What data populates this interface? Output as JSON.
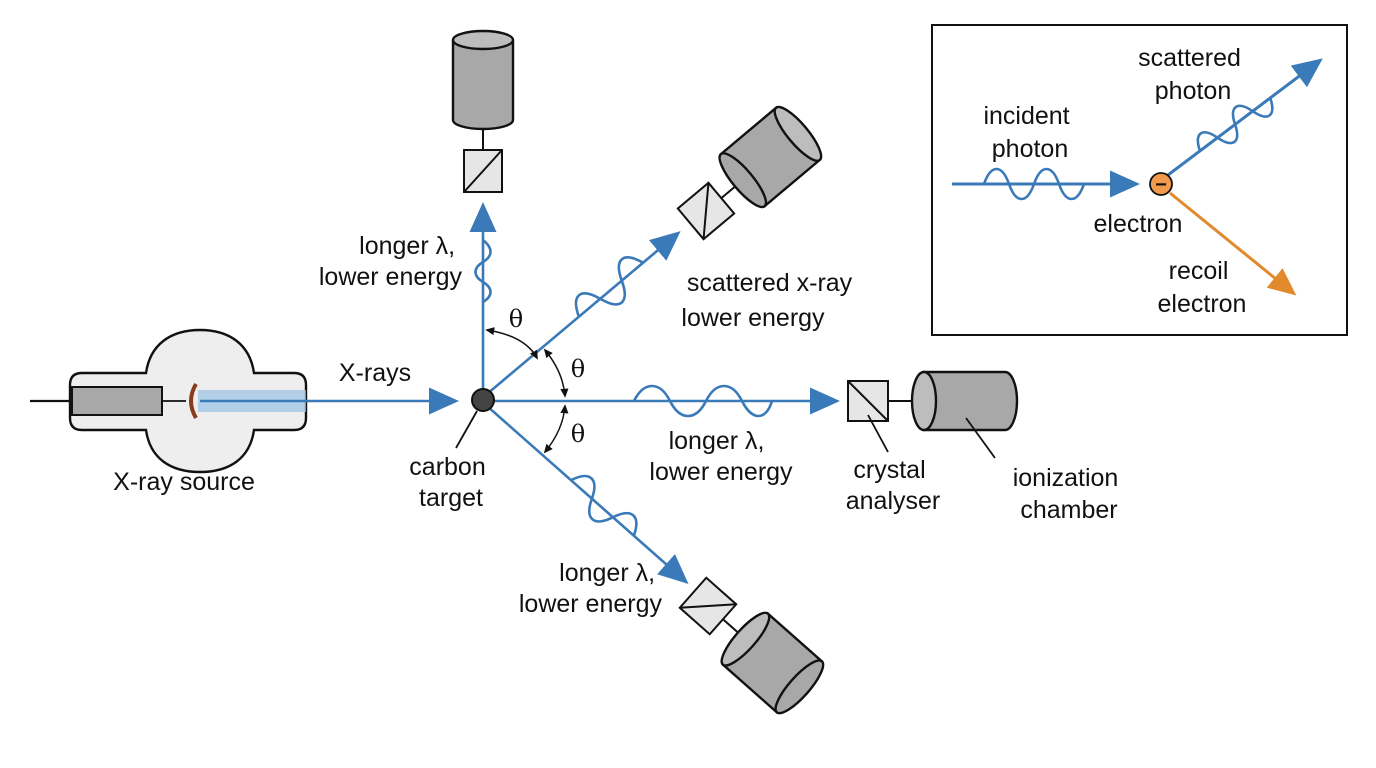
{
  "colors": {
    "beam": "#3a7ab8",
    "recoil": "#e08a2c",
    "electron_fill": "#f29a4a",
    "detector": "#a8a8a8",
    "target": "#444444",
    "filament": "#8b3a1e"
  },
  "labels": {
    "source": "X-ray source",
    "xrays": "X-rays",
    "target": [
      "carbon",
      "target"
    ],
    "top_scatter": [
      "longer λ,",
      "lower energy"
    ],
    "upper_right_scatter": [
      "scattered x-ray",
      "lower energy"
    ],
    "horizontal_scatter": [
      "longer λ,",
      "lower energy"
    ],
    "lower_scatter": [
      "longer λ,",
      "lower energy"
    ],
    "crystal": [
      "crystal",
      "analyser"
    ],
    "chamber": [
      "ionization",
      "chamber"
    ],
    "theta": "θ"
  },
  "inset": {
    "incident": [
      "incident",
      "photon"
    ],
    "scattered": [
      "scattered",
      "photon"
    ],
    "electron": "electron",
    "electron_symbol": "−",
    "recoil": [
      "recoil",
      "electron"
    ]
  }
}
